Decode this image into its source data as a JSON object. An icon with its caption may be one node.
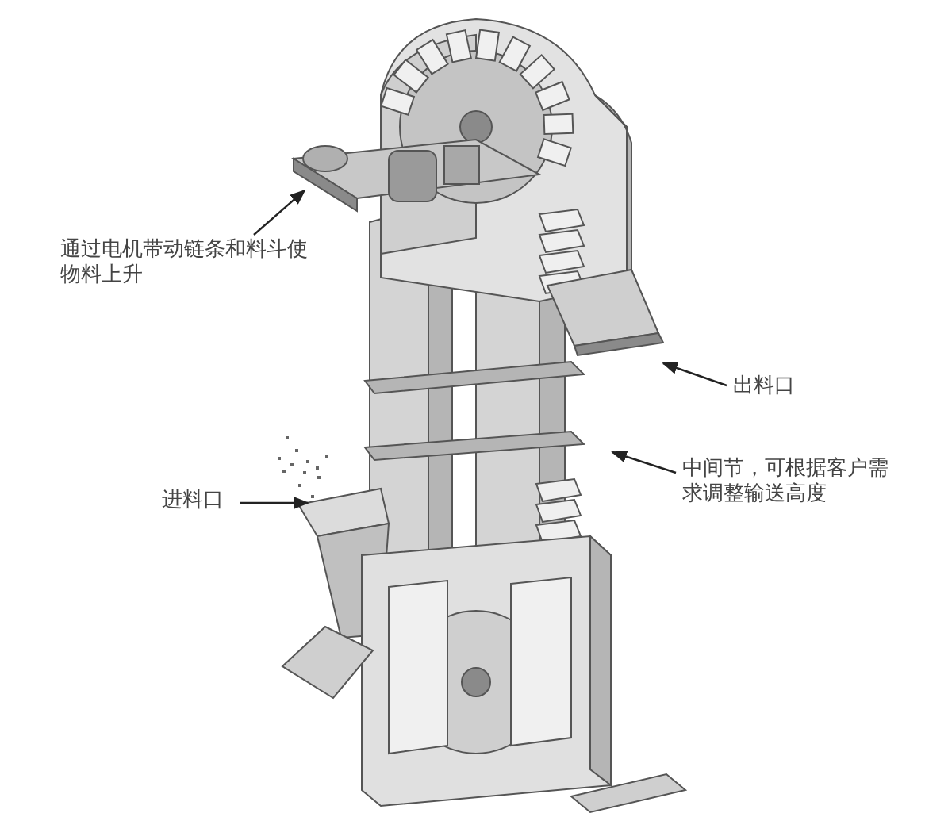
{
  "diagram": {
    "nodes": [
      {
        "text": [
          "通过电机带动链条和料斗使物料上升"
        ]
      },
      {
        "text": [
          "出料口"
        ]
      },
      {
        "text": [
          "中间节，可根据客户需求调整输送高度"
        ]
      },
      {
        "text": [
          "进料口"
        ]
      }
    ],
    "edges": [
      {
        "from": 0,
        "to": null,
        "arrow": "to"
      },
      {
        "from": 1,
        "to": null,
        "arrow": "to"
      },
      {
        "from": 2,
        "to": null,
        "arrow": "to"
      },
      {
        "from": 3,
        "to": null,
        "arrow": "to"
      }
    ]
  }
}
